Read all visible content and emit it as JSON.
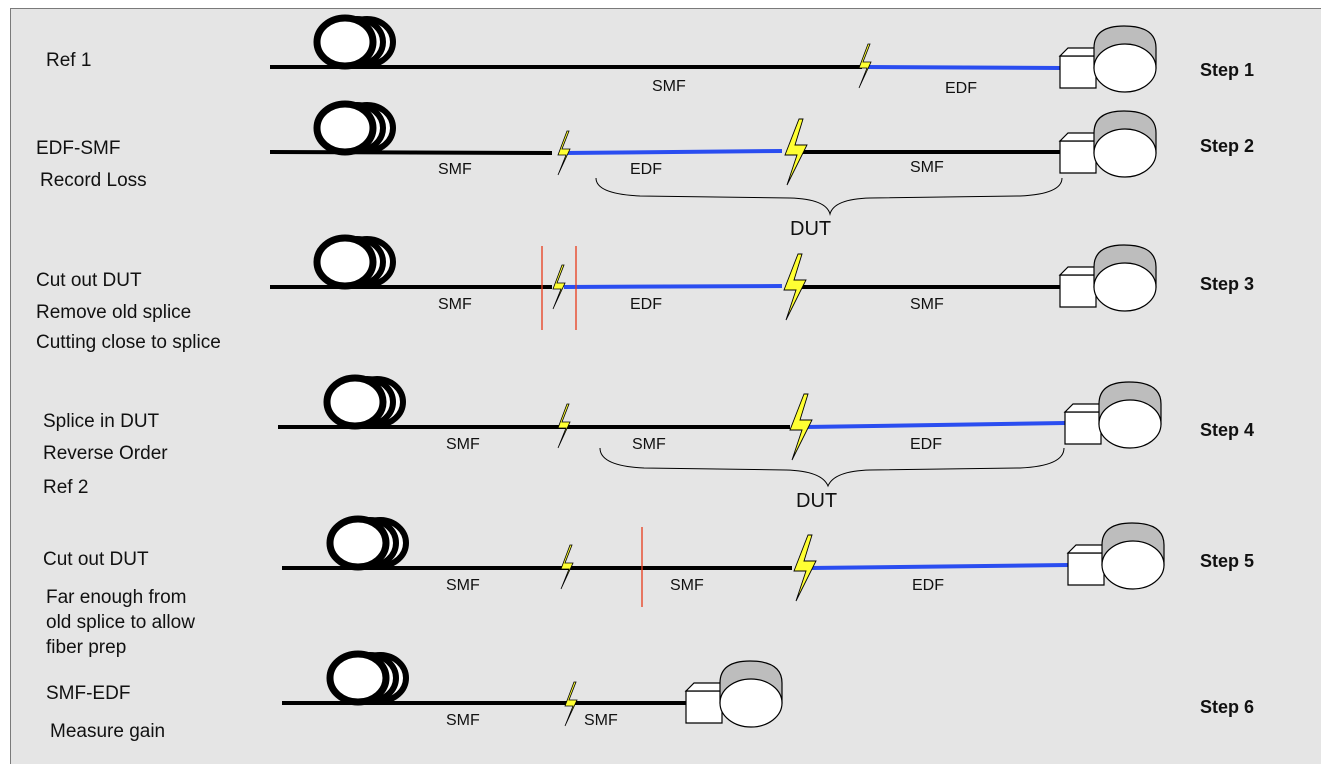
{
  "colors": {
    "panel_bg": "#e5e5e5",
    "smf_fiber": "#000000",
    "edf_fiber": "#2a4df0",
    "splice": "#ffff33",
    "cut_mark": "#e83a1a"
  },
  "icons": {
    "fiber_spool": "fiber-spool-icon",
    "splice": "splice-lightning-icon",
    "detector": "power-meter-detector-icon"
  },
  "steps": [
    {
      "step_label": "Step 1",
      "descriptions": [
        "Ref 1"
      ],
      "fiber_labels": [
        "SMF",
        "EDF"
      ]
    },
    {
      "step_label": "Step 2",
      "descriptions": [
        "EDF-SMF",
        "Record Loss"
      ],
      "fiber_labels": [
        "SMF",
        "EDF",
        "SMF"
      ],
      "dut_label": "DUT"
    },
    {
      "step_label": "Step 3",
      "descriptions": [
        "Cut out DUT",
        "Remove old splice",
        "Cutting close to splice"
      ],
      "fiber_labels": [
        "SMF",
        "EDF",
        "SMF"
      ]
    },
    {
      "step_label": "Step 4",
      "descriptions": [
        "Splice in DUT",
        "Reverse Order",
        "Ref 2"
      ],
      "fiber_labels": [
        "SMF",
        "SMF",
        "EDF"
      ],
      "dut_label": "DUT"
    },
    {
      "step_label": "Step 5",
      "descriptions": [
        "Cut out DUT",
        "Far enough from",
        "old splice to allow",
        "fiber prep"
      ],
      "fiber_labels": [
        "SMF",
        "SMF",
        "EDF"
      ]
    },
    {
      "step_label": "Step 6",
      "descriptions": [
        "SMF-EDF",
        "Measure gain"
      ],
      "fiber_labels": [
        "SMF",
        "SMF"
      ]
    }
  ]
}
